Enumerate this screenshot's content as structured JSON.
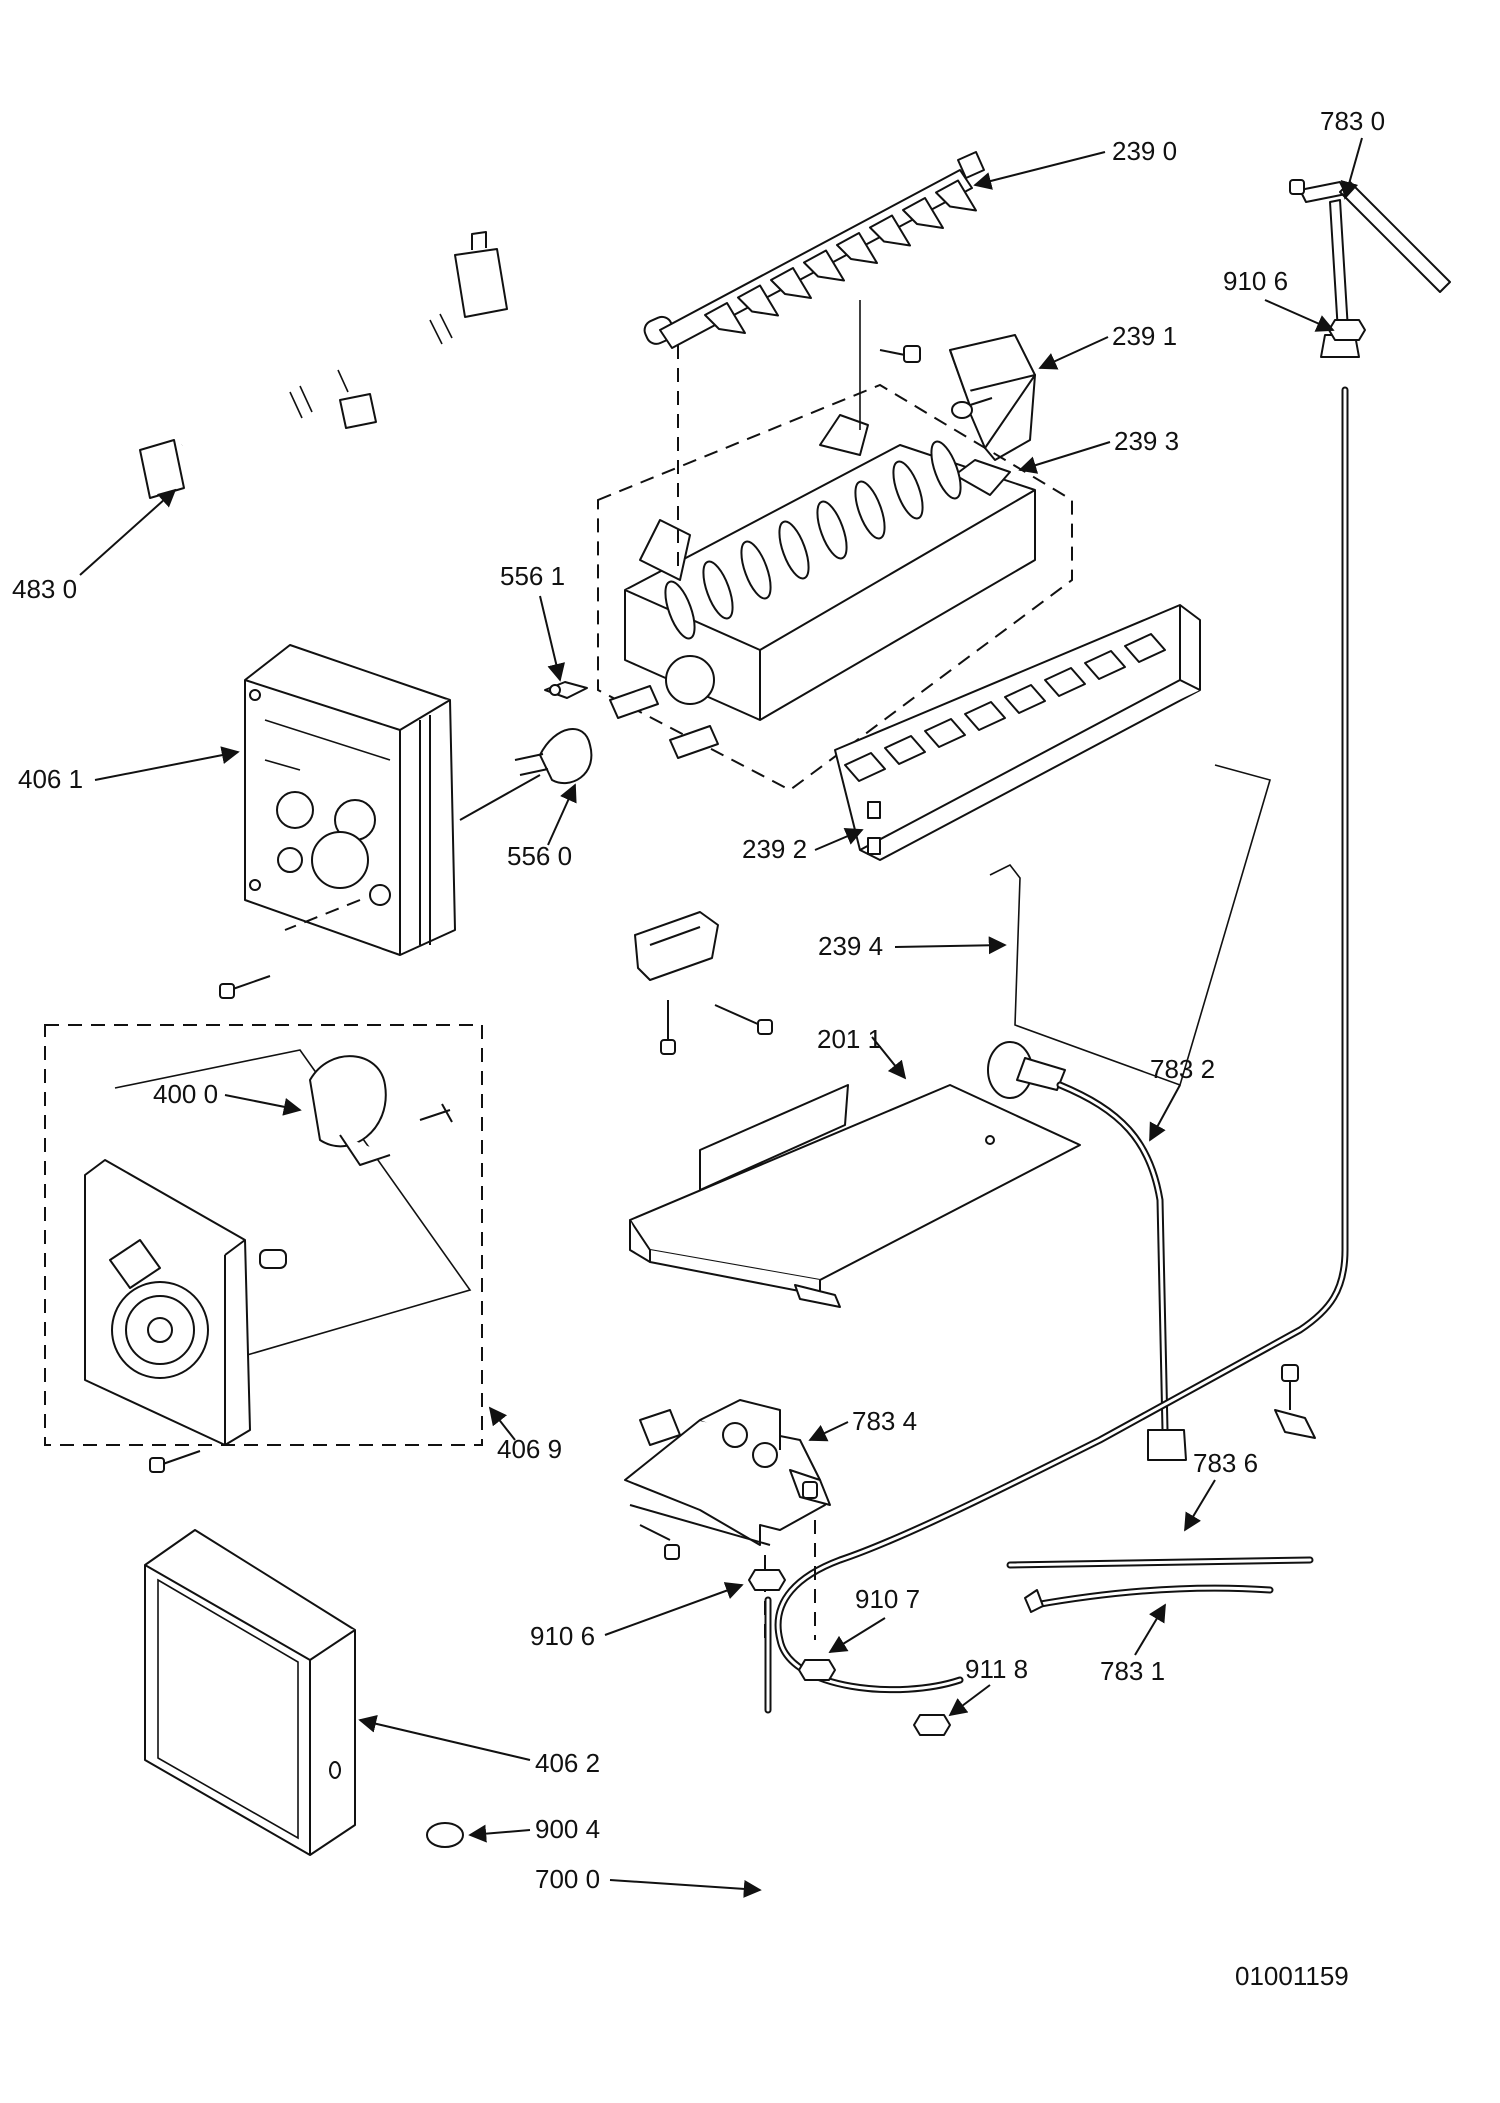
{
  "callouts": [
    "239 0",
    "783 0",
    "910 6",
    "239 1",
    "239 3",
    "483 0",
    "556 1",
    "406 1",
    "556 0",
    "239 2",
    "239 4",
    "201 1",
    "783 2",
    "400 0",
    "783 4",
    "783 6",
    "406 9",
    "910 6",
    "910 7",
    "911 8",
    "783 1",
    "406 2",
    "900 4",
    "700 0"
  ],
  "diagram_id": "01001159"
}
